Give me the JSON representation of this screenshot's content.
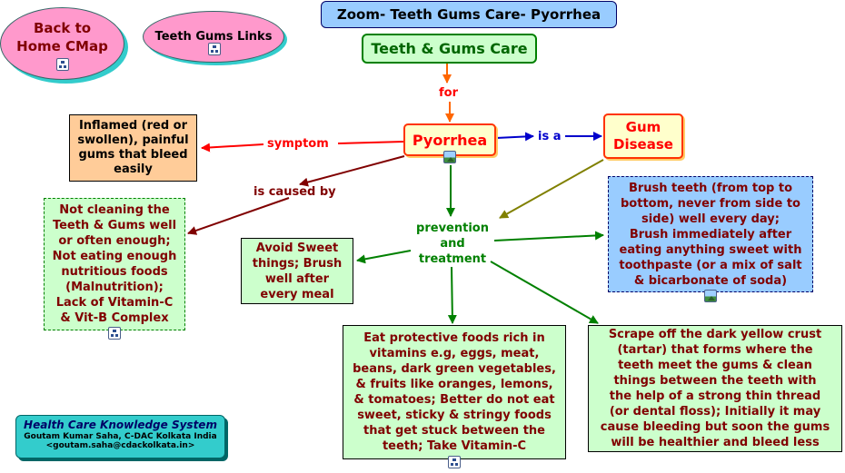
{
  "title": "Zoom- Teeth Gums Care- Pyorrhea",
  "nav": {
    "home": "Back to\nHome CMap",
    "links": "Teeth Gums Links"
  },
  "nodes": {
    "teeth_gums_care": "Teeth & Gums Care",
    "pyorrhea": "Pyorrhea",
    "gum_disease": "Gum\nDisease",
    "symptom_text": "Inflamed (red or\nswollen), painful\ngums that bleed\neasily",
    "cause_text": "Not cleaning the\nTeeth & Gums well\nor often enough;\nNot eating enough\nnutritious foods\n(Malnutrition);\nLack of Vitamin-C\n& Vit-B Complex",
    "avoid_sweet": "Avoid Sweet\nthings; Brush\nwell after\nevery meal",
    "brush_teeth": "Brush teeth (from top to\nbottom, never from side to\nside) well every day;\nBrush immediately after\neating anything sweet with\ntoothpaste (or a mix of salt\n& bicarbonate of soda)",
    "protective_foods": "Eat protective foods rich in\nvitamins e.g, eggs, meat,\nbeans, dark green vegetables,\n& fruits like oranges, lemons,\n& tomatoes; Better do not eat\nsweet, sticky & stringy foods\nthat get stuck between the\nteeth; Take Vitamin-C",
    "scrape_tartar": "Scrape off the dark yellow crust\n(tartar) that forms where the\nteeth meet the gums & clean\nthings between the teeth with\nthe help of a strong thin thread\n(or dental floss); Initially it may\ncause bleeding but soon the gums\nwill be healthier and bleed less"
  },
  "links": {
    "for": "for",
    "is_a": "is a",
    "symptom": "symptom",
    "is_caused_by": "is caused by",
    "prevention": "prevention\nand\ntreatment"
  },
  "footer": {
    "system": "Health Care Knowledge System",
    "author": "Goutam Kumar Saha, C-DAC Kolkata India",
    "email": "<goutam.saha@cdackolkata.in>"
  },
  "icons": [
    "concept-map-icon",
    "image-icon"
  ],
  "colors": {
    "title_bg": "#99ccff",
    "green_bg": "#ccffcc",
    "yellow_bg": "#ffffcc",
    "orange_bg": "#ffcc99",
    "blue_bg": "#99ccff",
    "pink_bg": "#ff99cc",
    "footer_bg": "#33cccc",
    "maroon": "#800000",
    "red": "#ff0000",
    "green": "#008000",
    "blue": "#0000cc"
  }
}
